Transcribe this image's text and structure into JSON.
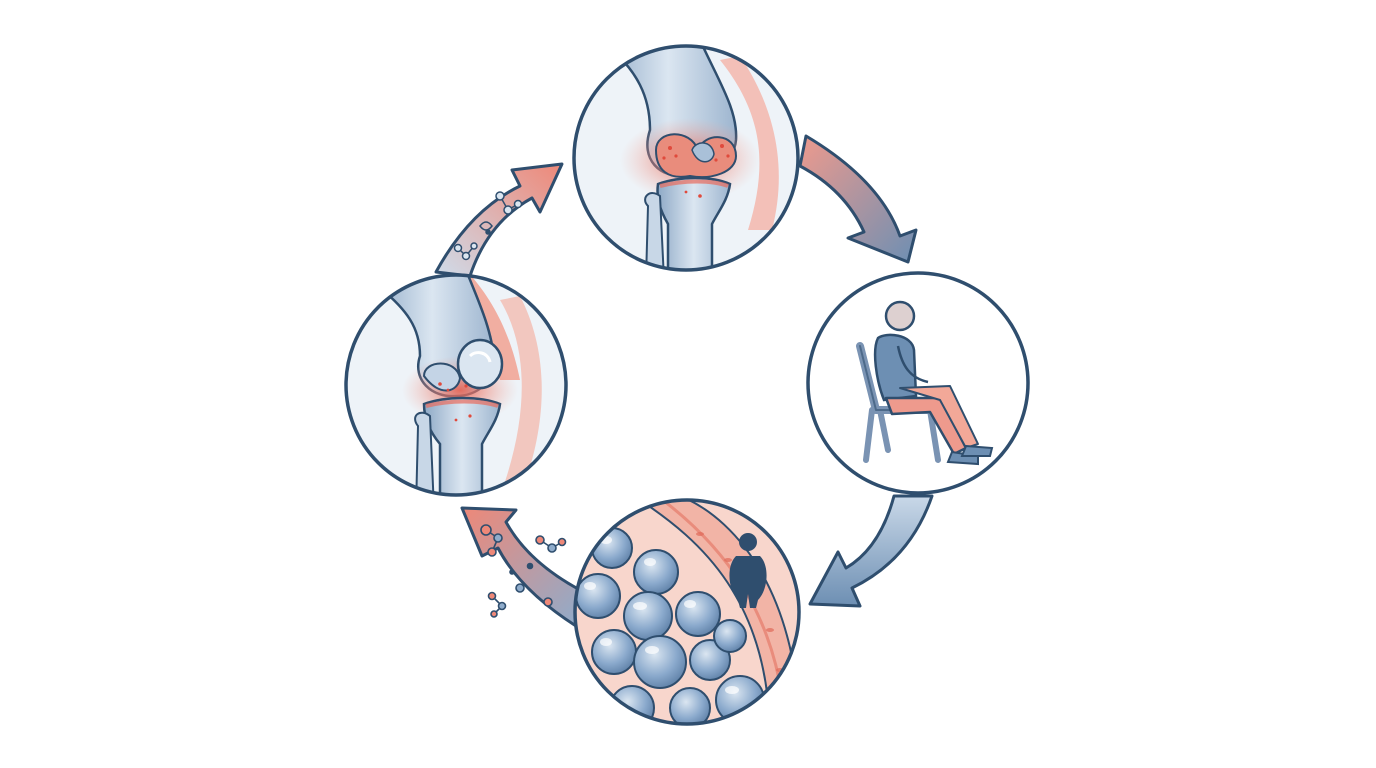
{
  "diagram": {
    "type": "cycle",
    "direction": "clockwise",
    "text_labels": [],
    "nodes": [
      {
        "id": "inflamed-knee-joint",
        "icon": "inflamed-knee-joint-icon",
        "position": "top"
      },
      {
        "id": "sedentary-sitting",
        "icon": "sitting-person-icon",
        "position": "right"
      },
      {
        "id": "adipose-tissue-obesity",
        "icon": "fat-cells-icon",
        "position": "bottom"
      },
      {
        "id": "knee-joint-early-inflammation",
        "icon": "knee-joint-icon",
        "position": "left"
      }
    ],
    "edges": [
      {
        "from": "inflamed-knee-joint",
        "to": "sedentary-sitting",
        "icon": "curved-arrow-icon"
      },
      {
        "from": "sedentary-sitting",
        "to": "adipose-tissue-obesity",
        "icon": "curved-arrow-icon"
      },
      {
        "from": "adipose-tissue-obesity",
        "to": "knee-joint-early-inflammation",
        "icon": "curved-arrow-with-molecules-icon"
      },
      {
        "from": "knee-joint-early-inflammation",
        "to": "inflamed-knee-joint",
        "icon": "curved-arrow-with-molecules-icon"
      }
    ],
    "colors": {
      "outline": "#2f4e6e",
      "bone": "#a9c0d8",
      "bone_light": "#dbe6f1",
      "inflammation": "#e86b5d",
      "inflammation_light": "#f4a89a",
      "arrow_warm": "#ee9a8d",
      "arrow_cool": "#6d8fb3",
      "fat_cell": "#7ea0c7",
      "tissue": "#f6c9bd"
    }
  }
}
